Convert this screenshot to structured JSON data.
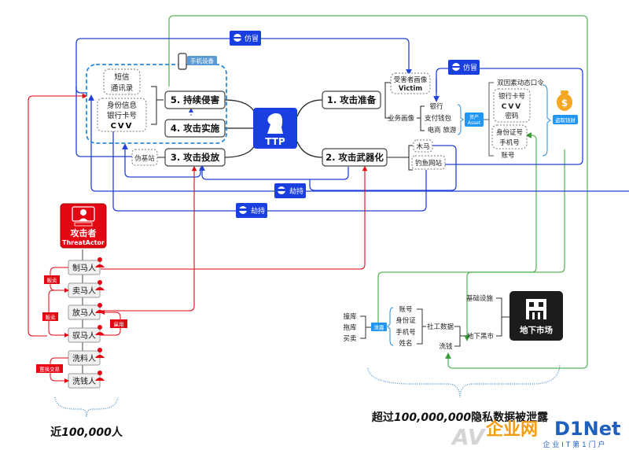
{
  "colors": {
    "blue_flow": "#2340d8",
    "green_flow": "#5cb85c",
    "red_flow": "#e30613",
    "dark_block": "#1c1c1c",
    "light_blue": "#2196f3"
  },
  "center": {
    "label": "TTP",
    "icon": "chess-knight-icon"
  },
  "stages": {
    "s1": "1. 攻击准备",
    "s2": "2. 攻击武器化",
    "s3": "3. 攻击投放",
    "s4": "4. 攻击实施",
    "s5": "5. 持续侵害"
  },
  "device_group": {
    "tag": "手机设备",
    "box_a": [
      "短信",
      "通讯录"
    ],
    "box_b": [
      "身份信息",
      "银行卡号",
      "CVV"
    ]
  },
  "fake_station": "伪基站",
  "badges": {
    "impersonate_top": "仿冒",
    "impersonate_right": "仿冒",
    "hijack_1": "劫持",
    "hijack_2": "劫持"
  },
  "prep": {
    "victim_profile": [
      "受害者画像",
      "Victim"
    ],
    "business_profile": "业务画像",
    "business_items": [
      "银行",
      "支付钱包",
      "电商  旅游"
    ],
    "asset_tag": [
      "资产",
      "Asset"
    ]
  },
  "weapon": {
    "items": [
      "木马",
      "钓鱼网站"
    ]
  },
  "credentials": {
    "header": "双因素动态口令",
    "box_a": [
      "银行卡号",
      "CVV",
      "密码"
    ],
    "box_b": [
      "身份证号",
      "手机号"
    ],
    "footer": "账号",
    "steal_tag": "盗取钱财"
  },
  "actor": {
    "title": "攻击者",
    "subtitle": "ThreatActor",
    "roles": [
      "制马人",
      "卖马人",
      "放马人",
      "驭马人",
      "洗料人",
      "洗钱人"
    ],
    "relations": [
      "贩卖",
      "贩卖",
      "雇用",
      "置换交易"
    ]
  },
  "leak": {
    "sources": [
      "撞库",
      "拖库",
      "买卖"
    ],
    "tag": "泄露",
    "data_items": [
      "账号",
      "身份证",
      "手机号",
      "姓名"
    ],
    "social_data": "社工数据",
    "laundering": "洗钱",
    "black_market": "地下黑市",
    "infrastructure": "基础设施",
    "market": "地下市场"
  },
  "summary": {
    "left_prefix": "近",
    "left_number": "100,000",
    "left_suffix": "人",
    "right_prefix": "超过",
    "right_number": "100,000,000",
    "right_suffix": "隐私数据被泄露"
  },
  "watermark": {
    "brand_a": "企业网",
    "brand_b": "D1Net",
    "slogan": "企 业 I T 第 1 门 户"
  }
}
